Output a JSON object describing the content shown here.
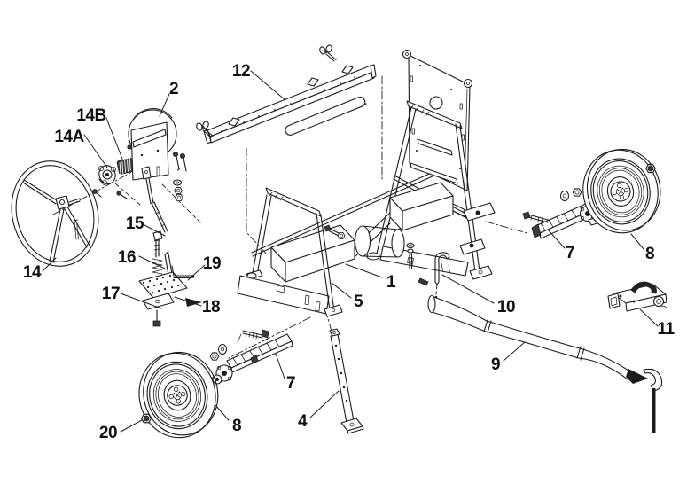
{
  "diagram": {
    "type": "exploded-parts-diagram",
    "background_color": "#ffffff",
    "line_color": "#1c1c1c",
    "labels": [
      {
        "part": "12",
        "text": "12"
      },
      {
        "part": "2",
        "text": "2"
      },
      {
        "part": "14B",
        "text": "14B"
      },
      {
        "part": "14A",
        "text": "14A"
      },
      {
        "part": "15",
        "text": "15"
      },
      {
        "part": "14",
        "text": "14"
      },
      {
        "part": "16",
        "text": "16"
      },
      {
        "part": "19",
        "text": "19"
      },
      {
        "part": "17",
        "text": "17"
      },
      {
        "part": "18",
        "text": "18"
      },
      {
        "part": "1",
        "text": "1"
      },
      {
        "part": "5",
        "text": "5"
      },
      {
        "part": "10",
        "text": "10"
      },
      {
        "part": "9",
        "text": "9"
      },
      {
        "part": "11",
        "text": "11"
      },
      {
        "part": "7a",
        "text": "7"
      },
      {
        "part": "8a",
        "text": "8"
      },
      {
        "part": "7b",
        "text": "7"
      },
      {
        "part": "4",
        "text": "4"
      },
      {
        "part": "8b",
        "text": "8"
      },
      {
        "part": "20",
        "text": "20"
      }
    ]
  }
}
